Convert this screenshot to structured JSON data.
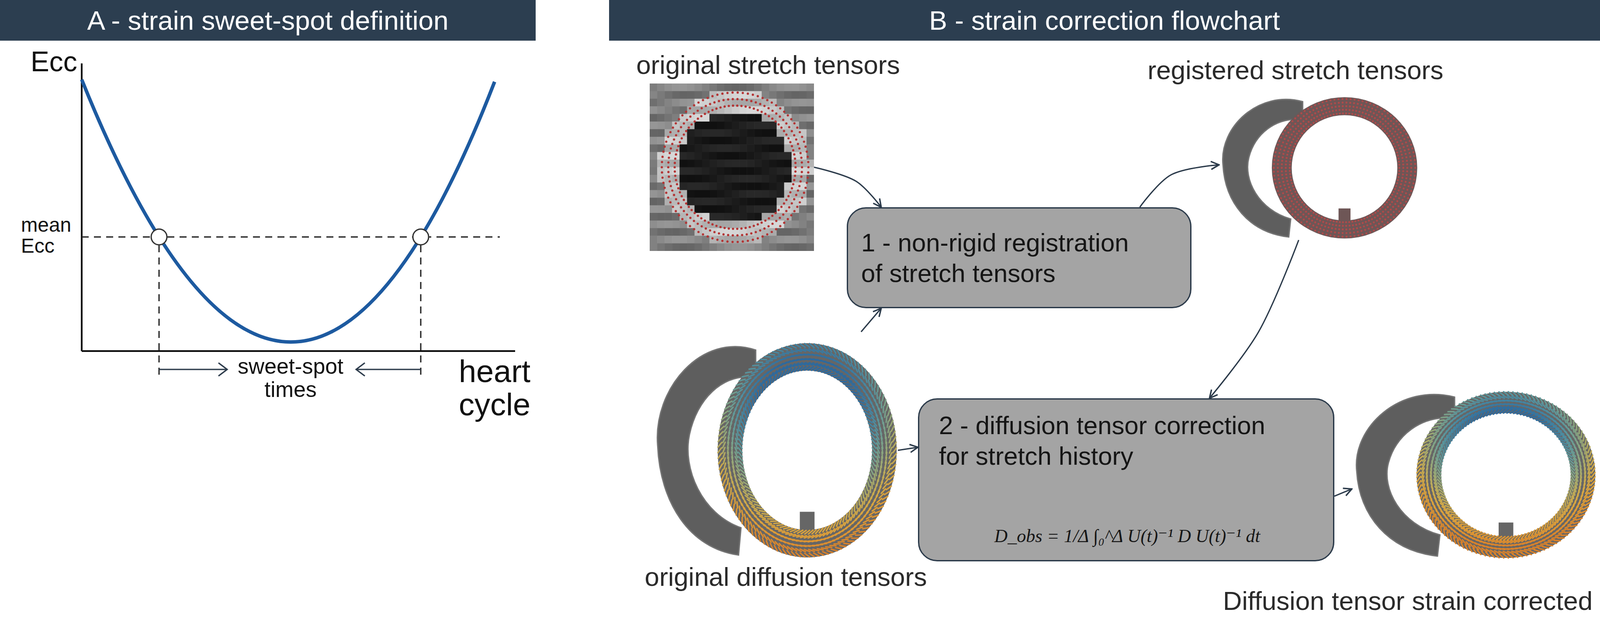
{
  "diagram": {
    "nodes": [
      {
        "text": [
          "A - strain sweet-spot definition"
        ]
      },
      {
        "text": [
          "B - strain correction flowchart"
        ]
      },
      {
        "text": [
          "original stretch tensors"
        ]
      },
      {
        "text": [
          "registered stretch tensors"
        ]
      },
      {
        "text": [
          "1 - non-rigid registration of stretch tensors"
        ]
      },
      {
        "text": [
          "original diffusion tensors"
        ]
      },
      {
        "text": [
          "2 - diffusion tensor correction for stretch history",
          "D_obs = 1/Δ ∫₀^Δ U(t)⁻¹ D U(t)⁻¹ dt"
        ]
      },
      {
        "text": [
          "Diffusion tensor strain corrected"
        ]
      }
    ],
    "edges": [
      {
        "from": 2,
        "to": 4,
        "arrow": "to"
      },
      {
        "from": 5,
        "to": 4,
        "arrow": "to"
      },
      {
        "from": 4,
        "to": 3,
        "arrow": "to"
      },
      {
        "from": 3,
        "to": 6,
        "arrow": "to"
      },
      {
        "from": 5,
        "to": 6,
        "arrow": "to"
      },
      {
        "from": 6,
        "to": 7,
        "arrow": "to"
      }
    ],
    "labels": [
      "Ecc",
      "mean Ecc",
      "sweet-spot times",
      "heart cycle"
    ]
  }
}
